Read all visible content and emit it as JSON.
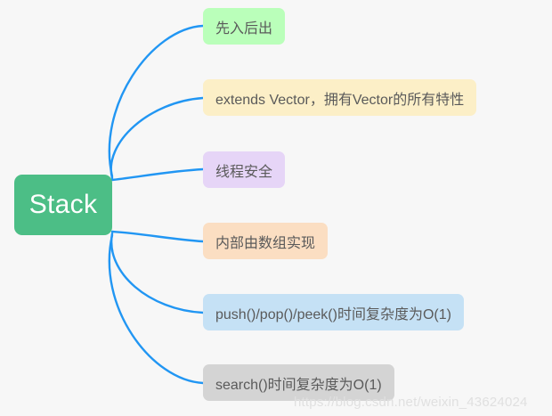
{
  "diagram": {
    "type": "mindmap",
    "background_color": "#f7f7f7",
    "connector_color": "#2196f3",
    "root": {
      "label": "Stack",
      "color": "#4cbe86",
      "text_color": "#ffffff"
    },
    "branches": [
      {
        "label": "先入后出",
        "color": "#baffba",
        "name": "lifo"
      },
      {
        "label": "extends Vector，拥有Vector的所有特性",
        "color": "#fcefc7",
        "name": "extends-vector"
      },
      {
        "label": "线程安全",
        "color": "#e6d5f7",
        "name": "thread-safe"
      },
      {
        "label": "内部由数组实现",
        "color": "#fbdec2",
        "name": "array-backed"
      },
      {
        "label": "push()/pop()/peek()时间复杂度为O(1)",
        "color": "#c5e1f5",
        "name": "push-pop-peek-complexity"
      },
      {
        "label": "search()时间复杂度为O(1)",
        "color": "#d4d4d4",
        "name": "search-complexity"
      }
    ]
  },
  "watermark": {
    "text": "https://blog.csdn.net/weixin_43624024"
  }
}
